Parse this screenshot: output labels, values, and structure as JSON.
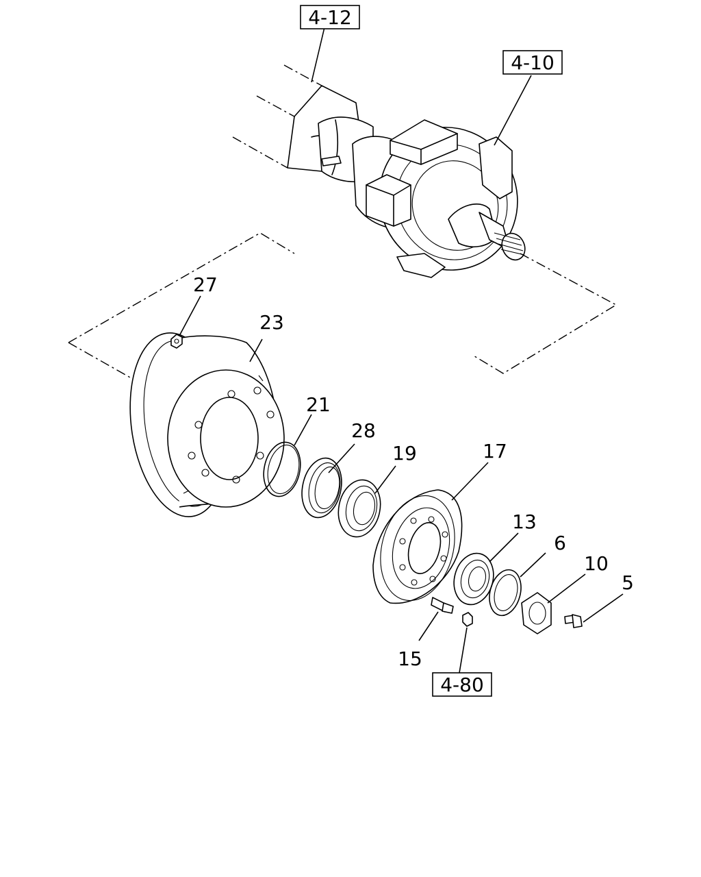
{
  "references": {
    "r412": "4-12",
    "r410": "4-10",
    "r480": "4-80"
  },
  "parts": {
    "p27": "27",
    "p23": "23",
    "p21": "21",
    "p28": "28",
    "p19": "19",
    "p17": "17",
    "p13": "13",
    "p6": "6",
    "p10": "10",
    "p5": "5",
    "p15": "15"
  }
}
